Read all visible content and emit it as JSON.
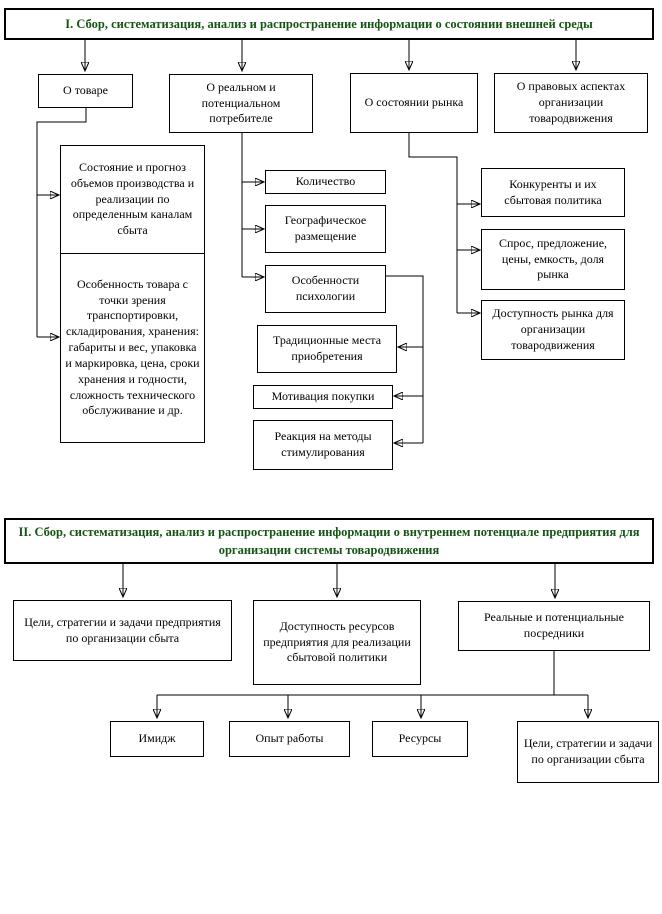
{
  "colors": {
    "title_text": "#155415",
    "line": "#000000",
    "background": "#ffffff"
  },
  "section1": {
    "title": "I. Сбор, систематизация, анализ и распространение информации о состоянии внешней среды",
    "boxes": {
      "product": "О товаре",
      "consumer": "О реальном и потенциальном потребителе",
      "market": "О состоянии рынка",
      "legal": "О правовых аспектах организации товародвижения",
      "forecast": "Состояние и прогноз объемов производства и реализации по определенным каналам сбыта",
      "features": "Особенность товара с точки зрения транспортировки, складирования, хранения: габариты и вес, упаковка и маркировка, цена, сроки хранения и годности, сложность технического обслуживание и др.",
      "quantity": "Количество",
      "geography": "Географическое размещение",
      "psychology": "Особенности психологии",
      "places": "Традиционные места приобретения",
      "motivation": "Мотивация покупки",
      "reaction": "Реакция на методы стимулирования",
      "competitors": "Конкуренты и их сбытовая политика",
      "demand": "Спрос, предложение, цены, емкость, доля рынка",
      "access": "Доступность рынка для организации товародвижения"
    }
  },
  "section2": {
    "title": "II. Сбор, систематизация, анализ и распространение информации о внутреннем потенциале предприятия для организации системы товародвижения",
    "boxes": {
      "goals": "Цели, стратегии и задачи предприятия по организации сбыта",
      "resources_availability": "Доступность ресурсов предприятия для реализации сбытовой политики",
      "intermediaries": "Реальные и потенциальные посредники",
      "image": "Имидж",
      "experience": "Опыт работы",
      "resources": "Ресурсы",
      "intermediary_goals": "Цели, стратегии и задачи по организации сбыта"
    }
  }
}
